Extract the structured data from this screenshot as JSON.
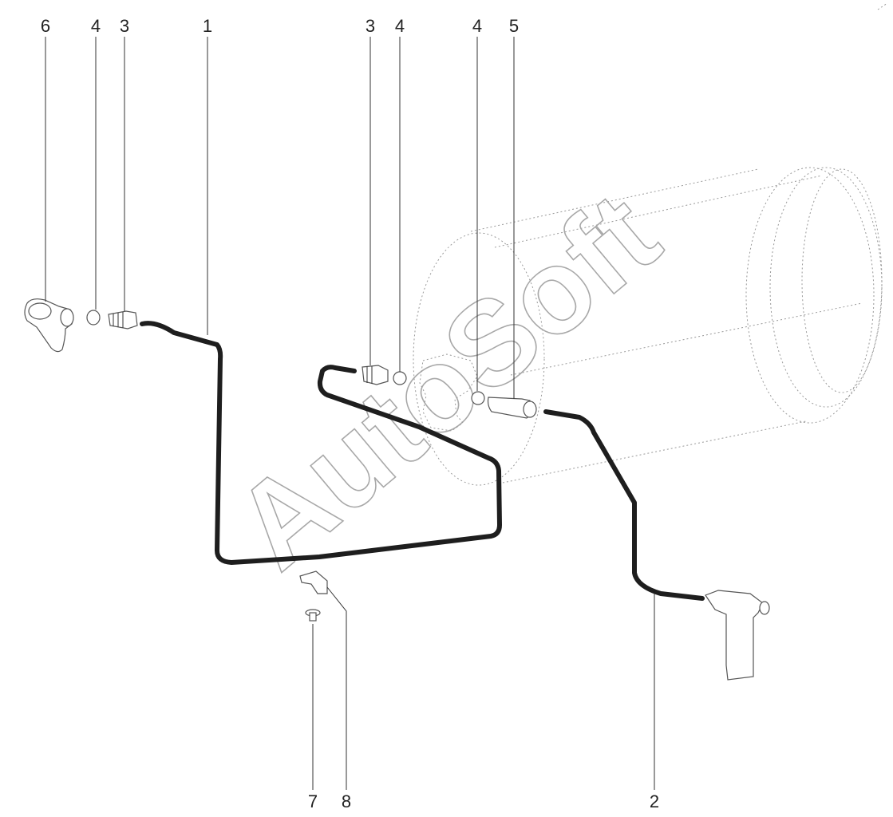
{
  "callouts": [
    {
      "id": "c6a",
      "label": "6"
    },
    {
      "id": "c4a",
      "label": "4"
    },
    {
      "id": "c3a",
      "label": "3"
    },
    {
      "id": "c1",
      "label": "1"
    },
    {
      "id": "c3b",
      "label": "3"
    },
    {
      "id": "c4b",
      "label": "4"
    },
    {
      "id": "c4c",
      "label": "4"
    },
    {
      "id": "c5",
      "label": "5"
    },
    {
      "id": "c7",
      "label": "7"
    },
    {
      "id": "c8",
      "label": "8"
    },
    {
      "id": "c2",
      "label": "2"
    }
  ],
  "watermark": "AutoSoft",
  "colors": {
    "tube": "#1e1e1e",
    "line": "#333333",
    "ghost": "#9a9a9a",
    "watermark": "#a8a8a8"
  }
}
